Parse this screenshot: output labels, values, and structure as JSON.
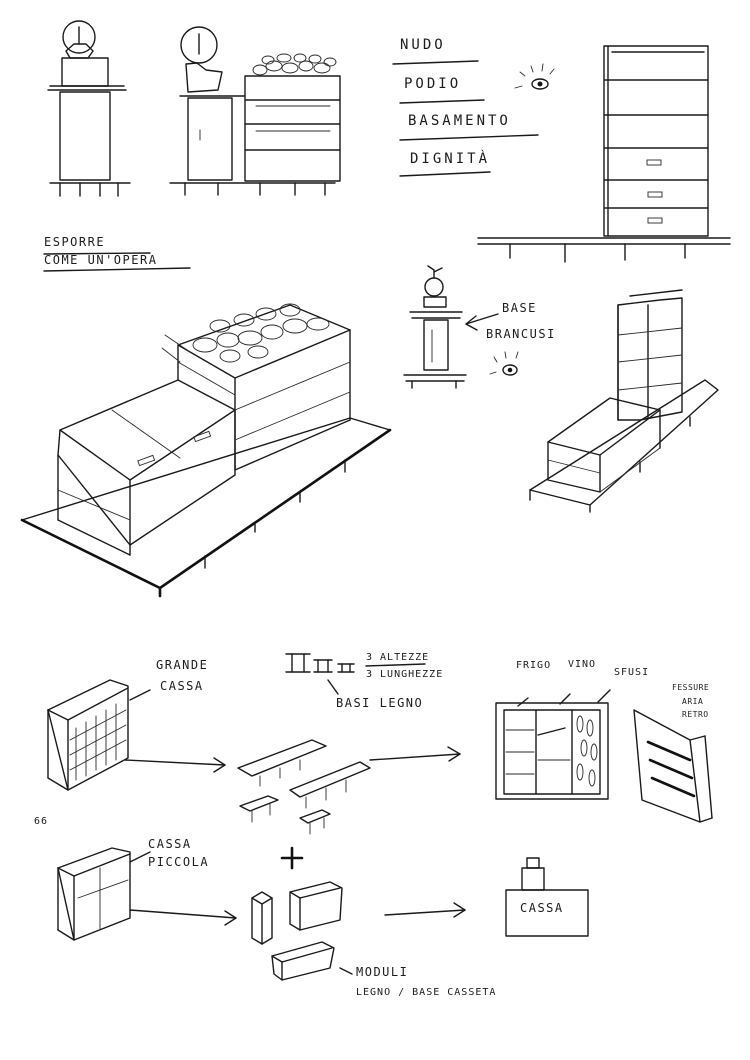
{
  "concept_words": [
    "NUDO",
    "PODIO",
    "BASAMENTO",
    "DIGNITÀ"
  ],
  "exhibit_note": {
    "line1": "ESPORRE",
    "line2": "COME UN'OPERA"
  },
  "brancusi_label": {
    "line1": "BASE",
    "line2": "BRANCUSI"
  },
  "big_case": {
    "line1": "GRANDE",
    "line2": "CASSA",
    "code": "66"
  },
  "wood_bases": {
    "heights": "3 ALTEZZE",
    "lengths": "3 LUNGHEZZE",
    "title": "BASI LEGNO"
  },
  "sections": {
    "fridge": "FRIGO",
    "wine": "VINO",
    "bulk": "SFUSI"
  },
  "slots": {
    "line1": "FESSURE",
    "line2": "ARIA",
    "line3": "RETRO"
  },
  "small_case": {
    "line1": "CASSA",
    "line2": "PICCOLA"
  },
  "modules": {
    "line1": "MODULI",
    "line2": "LEGNO / BASE CASSETA"
  },
  "checkout_label": "CASSA"
}
